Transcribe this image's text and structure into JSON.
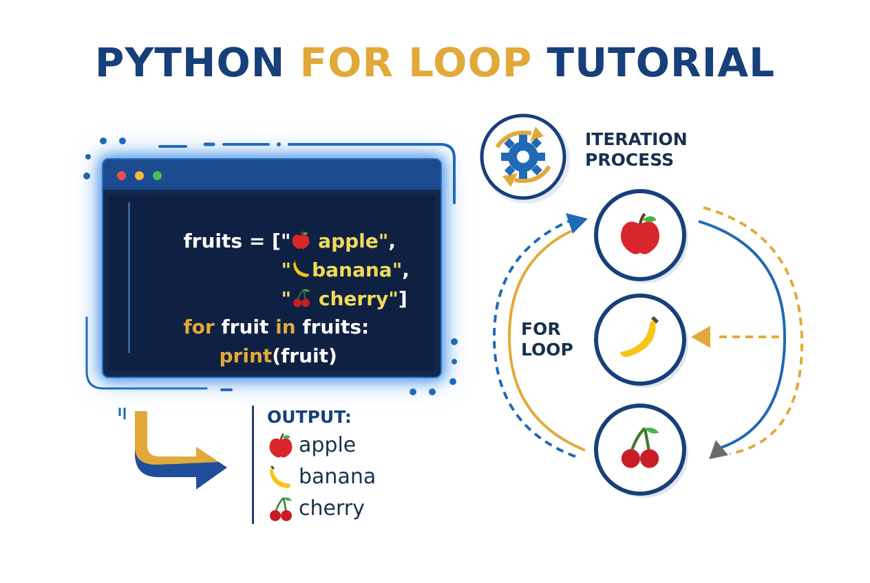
{
  "title": {
    "word1": "PYTHON",
    "word2": "FOR LOOP",
    "word3": "TUTORIAL"
  },
  "colors": {
    "navy": "#17407a",
    "gold": "#e2a93a",
    "blue": "#1f69b5",
    "code_bg": "#12284f",
    "string_yellow": "#f1da5a"
  },
  "code": {
    "line1_start": "fruits = [\"",
    "line1_str": " apple\"",
    "line1_end": ",",
    "line2_start": "\"",
    "line2_str": "banana\"",
    "line2_end": ",",
    "line3_start": "\"",
    "line3_str": " cherry\"",
    "line3_end": "]",
    "line4_kw1": "for",
    "line4_mid": " fruit ",
    "line4_kw2": "in",
    "line4_end": " fruits:",
    "line5_fn": "print",
    "line5_end": "(fruit)"
  },
  "output": {
    "title": "OUTPUT:",
    "items": [
      {
        "label": "apple",
        "icon": "apple-icon"
      },
      {
        "label": "banana",
        "icon": "banana-icon"
      },
      {
        "label": "cherry",
        "icon": "cherry-icon"
      }
    ]
  },
  "iteration": {
    "label_line1": "ITERATION",
    "label_line2": "PROCESS",
    "loop_line1": "FOR",
    "loop_line2": "LOOP",
    "icon": "gear-cycle-icon",
    "fruit_icons": [
      "apple-icon",
      "banana-icon",
      "cherry-icon"
    ]
  }
}
